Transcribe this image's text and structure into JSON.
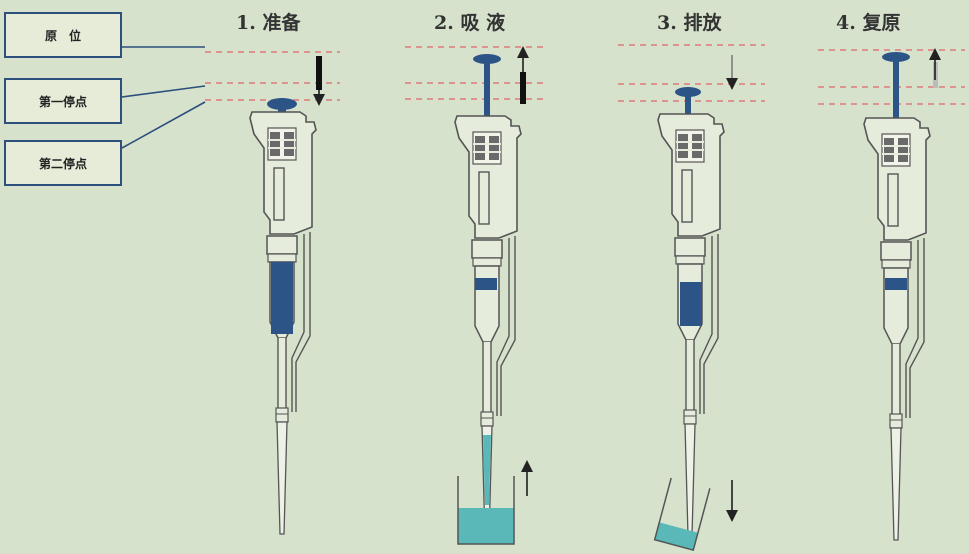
{
  "legend": {
    "home": "原　位",
    "first_stop": "第一停点",
    "second_stop": "第二停点"
  },
  "steps": [
    {
      "title": "1. 准备"
    },
    {
      "title": "2. 吸 液"
    },
    {
      "title": "3. 排放"
    },
    {
      "title": "4. 复原"
    }
  ],
  "colors": {
    "background": "#d6e2cc",
    "plunger_blue": "#2c5487",
    "dashed_line": "#e07a7a",
    "liquid": "#5bb8b8",
    "pipette_fill": "#e6ecdc",
    "outline": "#555555"
  }
}
